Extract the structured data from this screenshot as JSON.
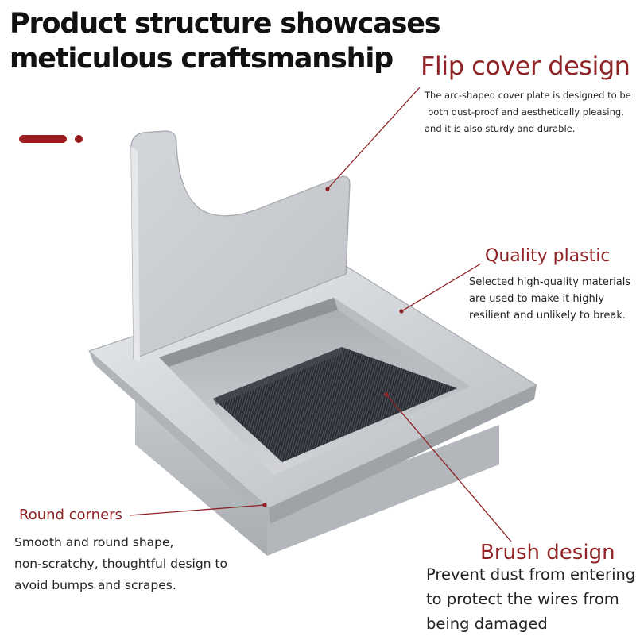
{
  "headline": {
    "lines": [
      "Product structure showcases",
      "meticulous craftsmanship"
    ]
  },
  "features": {
    "flip_cover": {
      "title": "Flip cover design",
      "desc": [
        "The arc-shaped cover plate is designed to be",
        "both dust-proof and aesthetically pleasing,",
        "and it is also sturdy and durable."
      ]
    },
    "quality_plastic": {
      "title": "Quality plastic",
      "desc": [
        "Selected high-quality materials",
        "are used to make it highly",
        "resilient and unlikely to break."
      ]
    },
    "round_corners": {
      "title": "Round corners",
      "desc": [
        "Smooth and round shape,",
        "non-scratchy, thoughtful design to",
        "avoid bumps and scrapes."
      ]
    },
    "brush": {
      "title": "Brush design",
      "desc": [
        "Prevent dust from entering",
        "to protect the wires from",
        "being damaged"
      ]
    }
  },
  "colors": {
    "accent": "#9b1c1f",
    "aluminum": "#c9ccd0",
    "brush": "#2c2f35"
  }
}
